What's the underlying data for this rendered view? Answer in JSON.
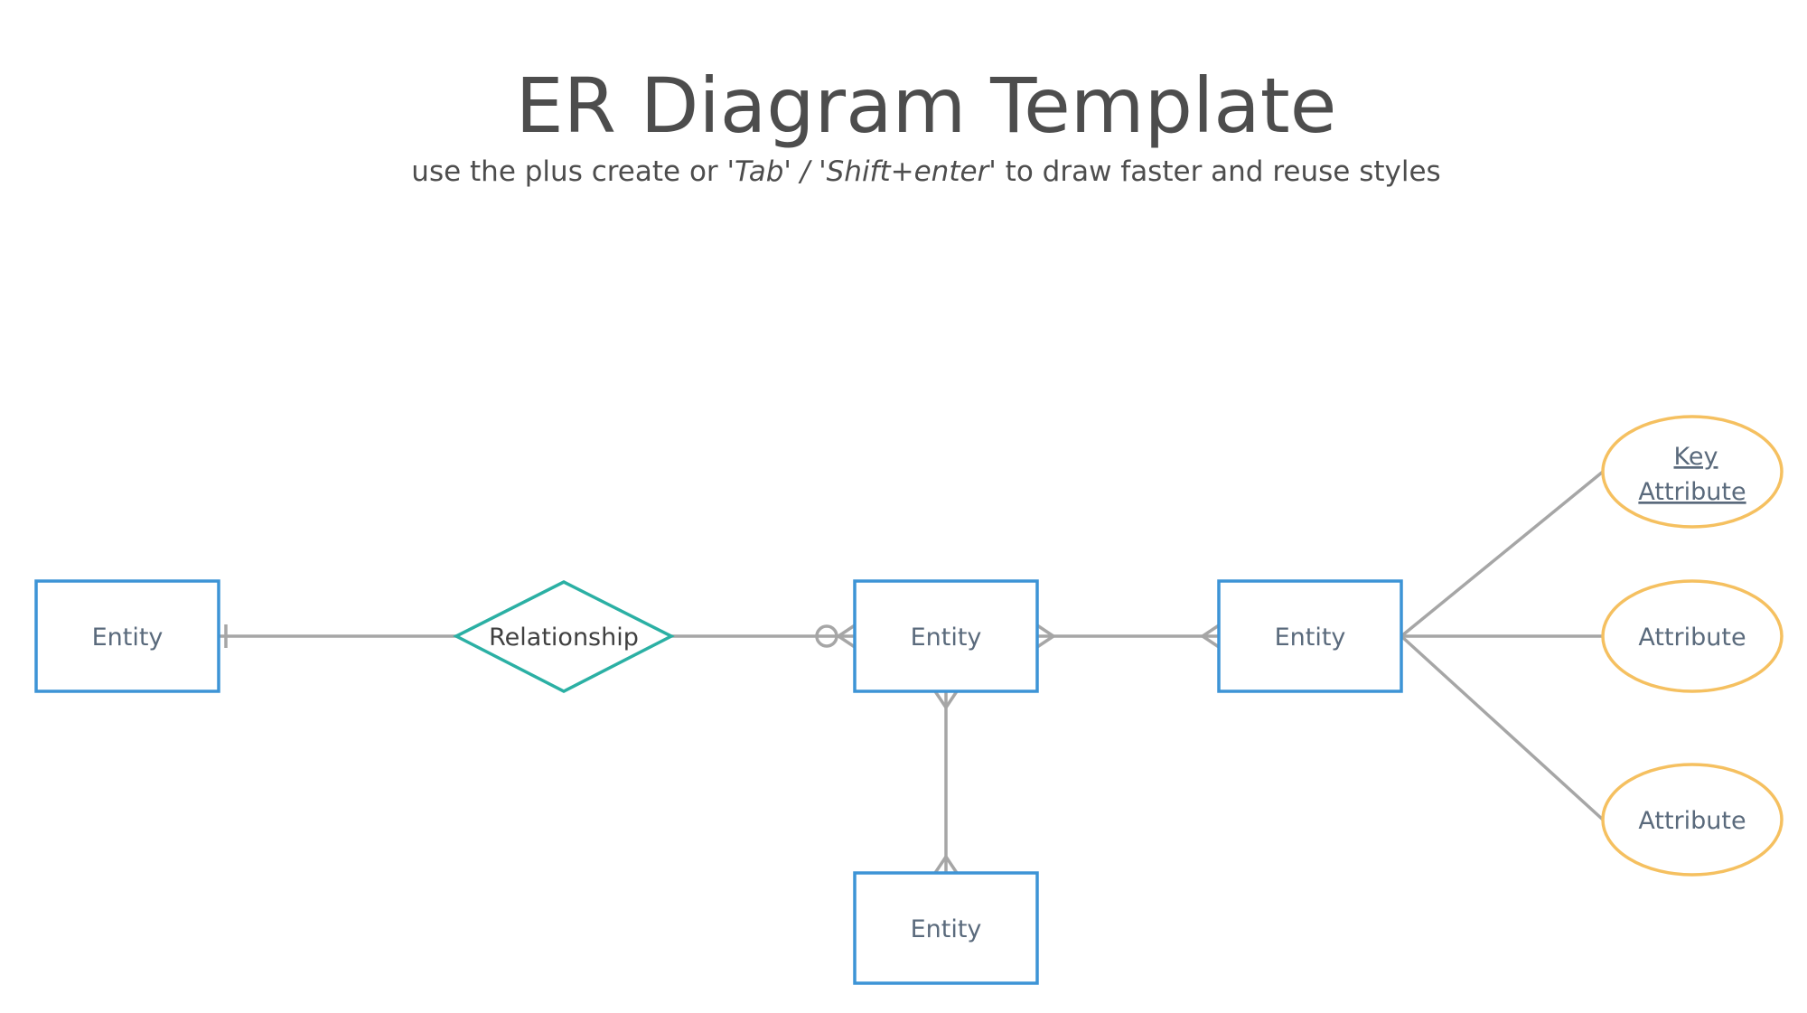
{
  "header": {
    "title": "ER Diagram Template",
    "subtitle_part1": "use the plus create or ",
    "subtitle_tab": "'Tab'",
    "subtitle_sep": " / ",
    "subtitle_shift": "'Shift+enter",
    "subtitle_part2": "' to draw faster and reuse styles"
  },
  "colors": {
    "entity_border": "#3d94d6",
    "relationship_border": "#2bb0a4",
    "attribute_border": "#f5c060",
    "connector": "#a6a6a6",
    "title_text": "#4d4d4d",
    "label_text": "#5a6a7c"
  },
  "diagram": {
    "entities": [
      {
        "id": "entity-left",
        "label": "Entity"
      },
      {
        "id": "entity-center",
        "label": "Entity"
      },
      {
        "id": "entity-right",
        "label": "Entity"
      },
      {
        "id": "entity-bottom",
        "label": "Entity"
      }
    ],
    "relationship": {
      "label": "Relationship"
    },
    "attributes": {
      "key_line1": "Key ",
      "key_line2": "Attribute",
      "attr_mid": "Attribute",
      "attr_bottom": "Attribute"
    },
    "connections": [
      {
        "from": "entity-left",
        "to": "relationship",
        "from_notation": "one",
        "to_notation": "none"
      },
      {
        "from": "relationship",
        "to": "entity-center",
        "from_notation": "none",
        "to_notation": "zero-or-many"
      },
      {
        "from": "entity-center",
        "to": "entity-right",
        "from_notation": "many",
        "to_notation": "many"
      },
      {
        "from": "entity-center",
        "to": "entity-bottom",
        "from_notation": "many",
        "to_notation": "many"
      },
      {
        "from": "entity-right",
        "to": "key-attribute",
        "from_notation": "none",
        "to_notation": "none"
      },
      {
        "from": "entity-right",
        "to": "attribute-mid",
        "from_notation": "none",
        "to_notation": "none"
      },
      {
        "from": "entity-right",
        "to": "attribute-bottom",
        "from_notation": "none",
        "to_notation": "none"
      }
    ]
  }
}
